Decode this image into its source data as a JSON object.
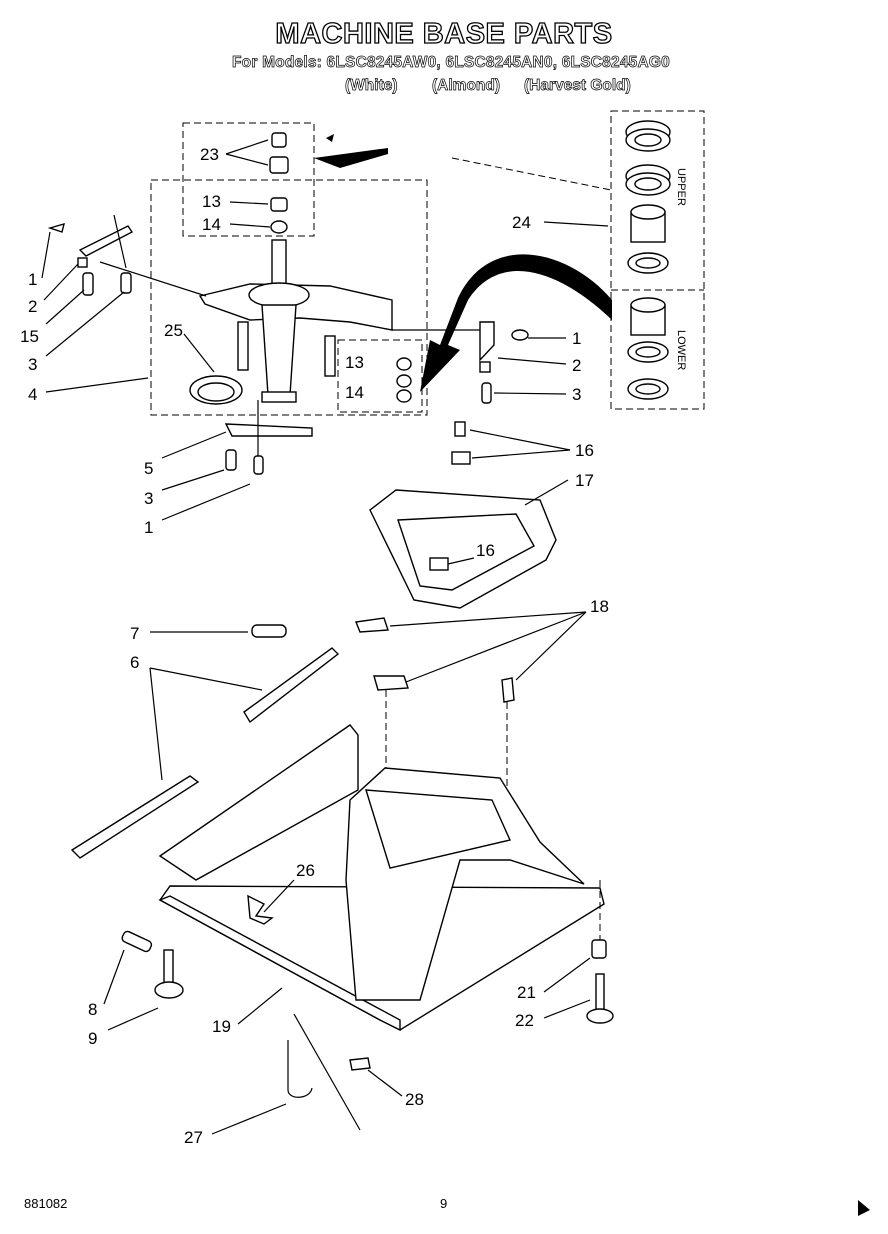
{
  "header": {
    "title": "MACHINE BASE PARTS",
    "models": "For Models: 6LSC8245AW0, 6LSC8245AN0, 6LSC8245AG0",
    "color_white": "(White)",
    "color_almond": "(Almond)",
    "color_gold": "(Harvest Gold)"
  },
  "side_panel": {
    "upper": "UPPER",
    "lower": "LOWER"
  },
  "callouts": {
    "c23": "23",
    "c13a": "13",
    "c14a": "14",
    "c24": "24",
    "c1a": "1",
    "c2a": "2",
    "c15": "15",
    "c3a": "3",
    "c4": "4",
    "c25": "25",
    "c13b": "13",
    "c14b": "14",
    "c1b": "1",
    "c2b": "2",
    "c3b": "3",
    "c16a": "16",
    "c17": "17",
    "c16b": "16",
    "c5": "5",
    "c3c": "3",
    "c1c": "1",
    "c7": "7",
    "c18": "18",
    "c6": "6",
    "c26": "26",
    "c8": "8",
    "c9": "9",
    "c19": "19",
    "c21": "21",
    "c22": "22",
    "c28": "28",
    "c27": "27"
  },
  "footer": {
    "doc_number": "881082",
    "page": "9"
  }
}
